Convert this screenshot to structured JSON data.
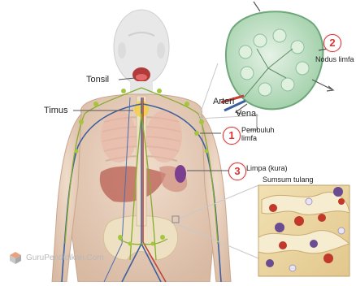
{
  "labels": {
    "tonsil": "Tonsil",
    "timus": "Timus",
    "arteri": "Arteri",
    "vena": "Vena",
    "nodus_limfa": "Nodus limfa",
    "pembuluh_limfa": "Pembuluh\nlimfa",
    "limpa": "Limpa (kura)",
    "sumsum_tulang": "Sumsum tulang"
  },
  "badges": {
    "b1": "1",
    "b2": "2",
    "b3": "3"
  },
  "watermark": "GuruPendidikan.Com",
  "colors": {
    "skin": "#e8d2bd",
    "lymph_green": "#8fb83a",
    "node_fill": "#cfe6d3",
    "vein_blue": "#4a6fb0",
    "badge_red": "#d33333"
  }
}
